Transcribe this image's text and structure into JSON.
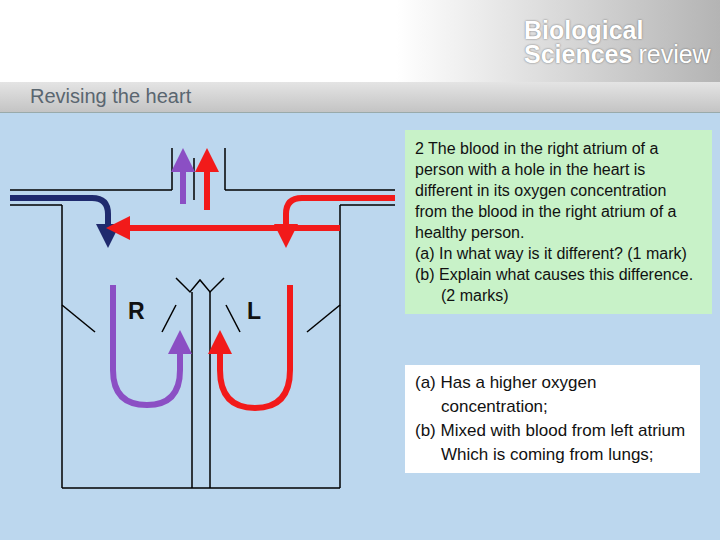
{
  "diagram": {
    "title": "Revising the heart",
    "nodes": [
      {
        "text": [
          "2 The blood in the right atrium of a person with a hole in the heart is different in its oxygen concentration from the blood in the right atrium of a healthy person.",
          "(a) In what way is it different? (1 mark)",
          "(b) Explain what causes this difference. (2 marks)"
        ]
      },
      {
        "text": [
          "(a) Has a higher oxygen concentration;",
          "(b) Mixed with blood from left atrium Which is coming from lungs;"
        ]
      }
    ],
    "labels": [
      "Biological",
      "Sciences",
      "review",
      "R",
      "L"
    ]
  }
}
